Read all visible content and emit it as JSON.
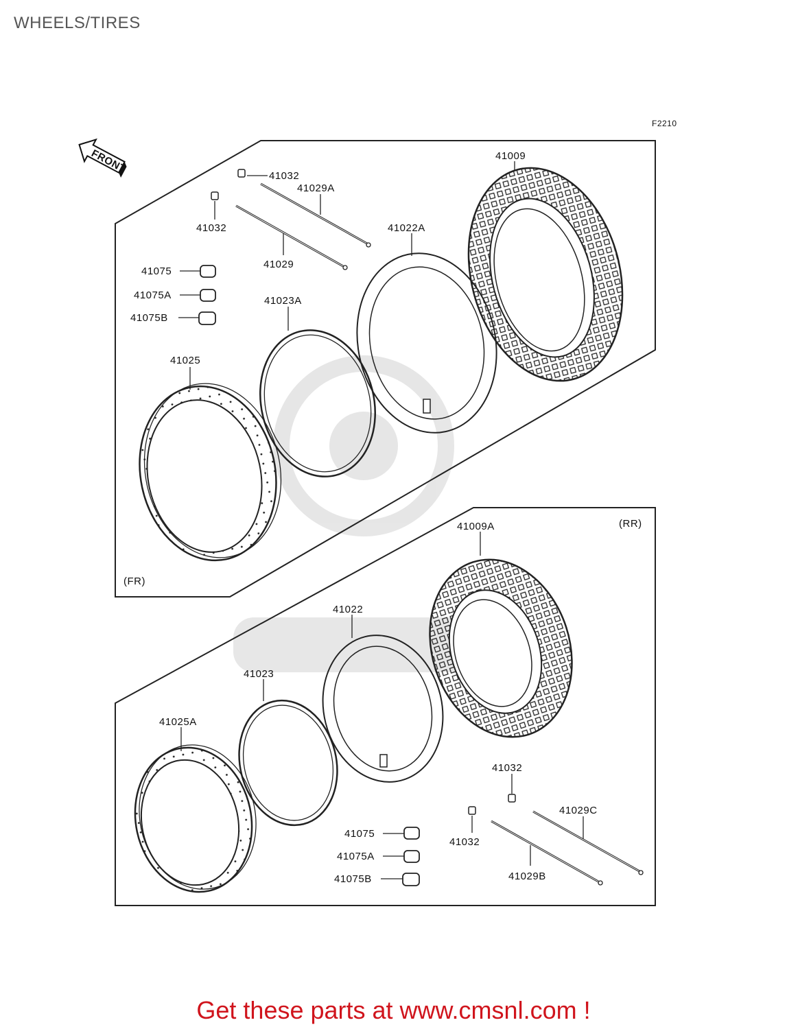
{
  "page": {
    "title": "WHEELS/TIRES"
  },
  "diagram": {
    "ref_code": "F2210",
    "front_arrow": "FRONT",
    "sections": [
      {
        "name": "FR",
        "label": "(FR)",
        "parts": [
          {
            "number": "41009",
            "desc_icon": "tire-icon"
          },
          {
            "number": "41022A",
            "desc_icon": "tube-icon"
          },
          {
            "number": "41023A",
            "desc_icon": "rim-band-icon"
          },
          {
            "number": "41025",
            "desc_icon": "rim-icon"
          },
          {
            "number": "41029A",
            "desc_icon": "spoke-icon"
          },
          {
            "number": "41029",
            "desc_icon": "spoke-icon"
          },
          {
            "number": "41032",
            "desc_icon": "nipple-icon"
          },
          {
            "number": "41032",
            "desc_icon": "nipple-icon"
          },
          {
            "number": "41075",
            "desc_icon": "weight-icon"
          },
          {
            "number": "41075A",
            "desc_icon": "weight-icon"
          },
          {
            "number": "41075B",
            "desc_icon": "weight-icon"
          }
        ]
      },
      {
        "name": "RR",
        "label": "(RR)",
        "parts": [
          {
            "number": "41009A",
            "desc_icon": "tire-icon"
          },
          {
            "number": "41022",
            "desc_icon": "tube-icon"
          },
          {
            "number": "41023",
            "desc_icon": "rim-band-icon"
          },
          {
            "number": "41025A",
            "desc_icon": "rim-icon"
          },
          {
            "number": "41032",
            "desc_icon": "nipple-icon"
          },
          {
            "number": "41032",
            "desc_icon": "nipple-icon"
          },
          {
            "number": "41029C",
            "desc_icon": "spoke-icon"
          },
          {
            "number": "41029B",
            "desc_icon": "spoke-icon"
          },
          {
            "number": "41075",
            "desc_icon": "weight-icon"
          },
          {
            "number": "41075A",
            "desc_icon": "weight-icon"
          },
          {
            "number": "41075B",
            "desc_icon": "weight-icon"
          }
        ]
      }
    ]
  },
  "promo": {
    "text": "Get these parts at www.cmsnl.com !"
  },
  "colors": {
    "promo": "#d0141c",
    "line": "#222222",
    "title": "#555555"
  }
}
